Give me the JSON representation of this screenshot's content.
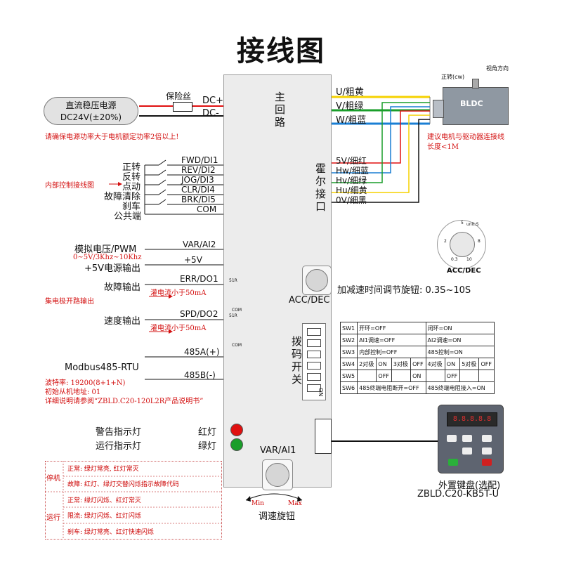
{
  "title": "接线图",
  "panel": {
    "main_circuit": "主回路",
    "hall_port": "霍尔接口",
    "dip_switch": "拨码开关",
    "acc_dec": "ACC/DEC",
    "var_ai1": "VAR/AI1",
    "on_label": "ON"
  },
  "power": {
    "psu_line1": "直流稳压电源",
    "psu_line2": "DC24V(±20%)",
    "fuse": "保险丝",
    "dc_plus": "DC+",
    "dc_minus": "DC-",
    "warning": "请确保电源功率大于电机额定功率2倍以上!"
  },
  "motor_wires": {
    "u": "U/粗黄",
    "v": "V/粗绿",
    "w": "W/粗蓝",
    "motor_label": "BLDC",
    "forward_cw": "正转(cw)",
    "view_dir": "视角方向",
    "advice_line1": "建议电机与驱动器连接线",
    "advice_line2": "长度<1M"
  },
  "hall": {
    "5v": "5V/细红",
    "hw": "Hw/细蓝",
    "hv": "Hv/细绿",
    "hu": "Hu/细黄",
    "0v": "0V/细黑"
  },
  "inputs": {
    "fwd_cn": "正转",
    "rev_cn": "反转",
    "jog_cn": "点动",
    "clr_cn": "故障清除",
    "brk_cn": "刹车",
    "com_cn": "公共端",
    "fwd": "FWD/DI1",
    "rev": "REV/DI2",
    "jog": "JOG/DI3",
    "clr": "CLR/DI4",
    "brk": "BRK/DI5",
    "com": "COM",
    "internal_note": "内部控制接线图"
  },
  "analog": {
    "label": "模拟电压/PWM",
    "var_ai2": "VAR/AI2",
    "range": "0~5V/3Khz~10Khz",
    "v5_label": "+5V电源输出",
    "v5": "+5V"
  },
  "outputs": {
    "fault_out": "故障输出",
    "err": "ERR/DO1",
    "sink1": "灌电流小于50mA",
    "collector_note": "集电极开路输出",
    "speed_out": "速度输出",
    "spd": "SPD/DO2",
    "sink2": "灌电流小于50mA",
    "r1": "51R",
    "r2": "51R",
    "com1": "COM",
    "com2": "COM"
  },
  "modbus": {
    "a": "485A(+)",
    "b": "485B(-)",
    "title": "Modbus485-RTU",
    "baud": "波特率: 19200(8+1+N)",
    "addr": "初始从机地址: 01",
    "manual": "详细说明请参阅“ZBLD.C20-120L2R产品说明书”"
  },
  "acc": {
    "desc": "加减速时间调节旋钮: 0.3S~10S",
    "unit": "unit:S",
    "t5": "5",
    "t8": "8",
    "t2": "2",
    "t03": "0.3",
    "t10": "10",
    "name": "ACC/DEC"
  },
  "sw_table": [
    {
      "sw": "SW1",
      "off": "开环=OFF",
      "on": "闭环=ON"
    },
    {
      "sw": "SW2",
      "off": "AI1调速=OFF",
      "on": "AI2调速=ON"
    },
    {
      "sw": "SW3",
      "off": "内部控制=OFF",
      "on": "485控制=ON"
    },
    {
      "sw": "SW4",
      "pairs": [
        "2对极",
        "ON",
        "3对极",
        "OFF",
        "4对极",
        "ON",
        "5对极",
        "OFF"
      ]
    },
    {
      "sw": "SW5",
      "pairs": [
        "OFF",
        "ON",
        "OFF"
      ]
    },
    {
      "sw": "SW6",
      "off": "485终端电阻断开=OFF",
      "on": "485终端电阻接入=ON"
    }
  ],
  "keypad": {
    "label1": "外置键盘(选配)",
    "label2": "ZBLD.C20-KB5T-U",
    "display": "8.8.8.8.8"
  },
  "lamps": {
    "warning": "警告指示灯",
    "running": "运行指示灯",
    "red": "红灯",
    "green": "绿灯"
  },
  "legend": {
    "stop": "停机",
    "run": "运行",
    "s1": "正常: 绿灯常亮, 红灯常灭",
    "s2": "故障: 红灯、绿灯交替闪烁指示故障代码",
    "r1": "正常: 绿灯闪烁、红灯常灭",
    "r2": "限流: 绿灯闪烁、红灯闪烁",
    "r3": "刹车: 绿灯常亮、红灯快速闪烁"
  },
  "speed_knob": {
    "min": "Min",
    "max": "Max",
    "label": "调速旋钮"
  },
  "colors": {
    "panel": "#ececec",
    "note_red": "#d31010",
    "yellow": "#f5d200",
    "green": "#1a9e2a",
    "blue": "#1a7fd4",
    "red": "#e01010"
  }
}
